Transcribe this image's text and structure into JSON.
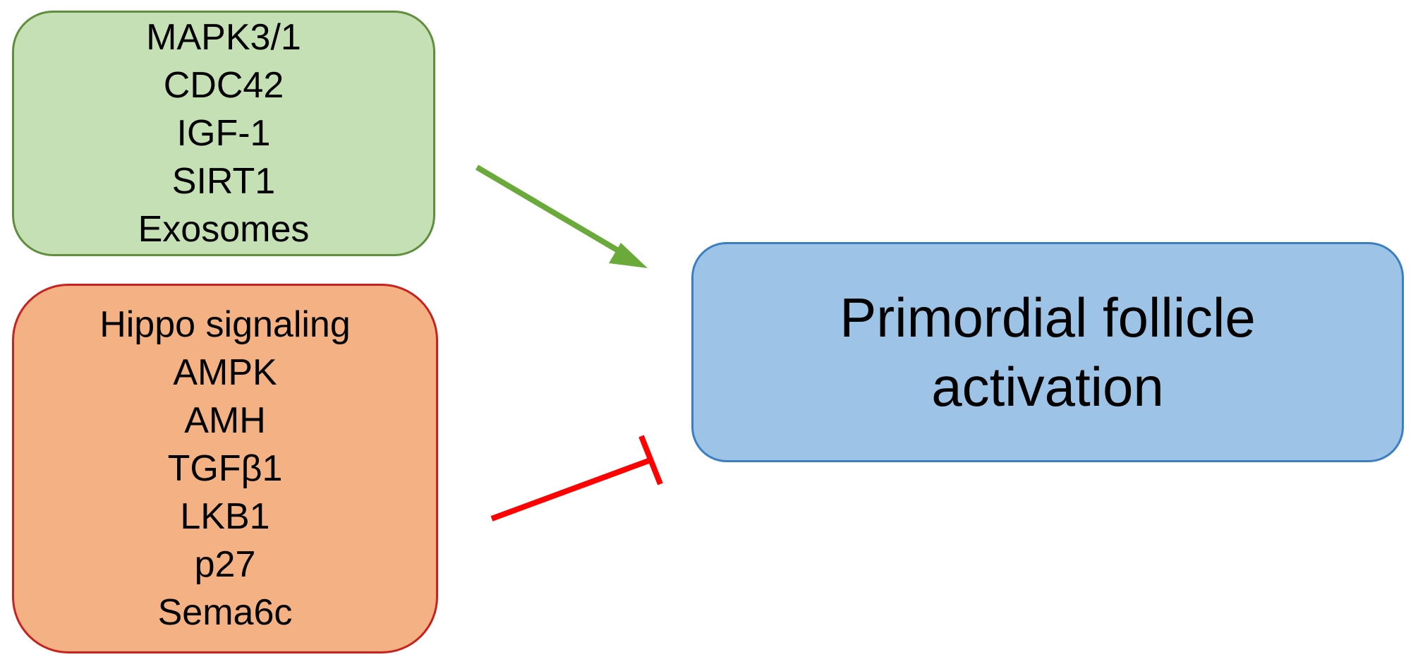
{
  "colors": {
    "activator_fill": "#c5e0b4",
    "activator_border": "#5f8f3d",
    "inhibitor_fill": "#f4b183",
    "inhibitor_border": "#c9211e",
    "target_fill": "#9dc3e6",
    "target_border": "#3a7fc1",
    "activation_arrow": "#6aaa3b",
    "inhibition_bar": "#ff0000"
  },
  "activators": {
    "items": [
      "MAPK3/1",
      "CDC42",
      "IGF-1",
      "SIRT1",
      "Exosomes"
    ]
  },
  "inhibitors": {
    "items": [
      "Hippo signaling",
      "AMPK",
      "AMH",
      "TGFβ1",
      "LKB1",
      "p27",
      "Sema6c"
    ]
  },
  "target": {
    "lines": [
      "Primordial follicle",
      "activation"
    ]
  }
}
